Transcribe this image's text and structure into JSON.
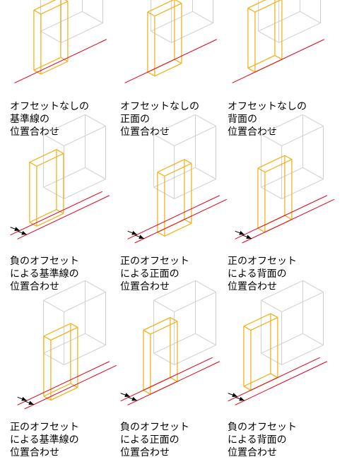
{
  "colors": {
    "wall_outline": "#F2B21E",
    "baseline": "#E4001B",
    "ghost": "#CFCFCF",
    "arrow": "#000000"
  },
  "cells": [
    {
      "id": "no-offset-baseline",
      "offset": "none",
      "reference": "baseline",
      "caption": [
        "オフセットなしの",
        "基準線の",
        "位置合わせ"
      ]
    },
    {
      "id": "no-offset-front",
      "offset": "none",
      "reference": "front",
      "caption": [
        "オフセットなしの",
        "正面の",
        "位置合わせ"
      ]
    },
    {
      "id": "no-offset-back",
      "offset": "none",
      "reference": "back",
      "caption": [
        "オフセットなしの",
        "背面の",
        "位置合わせ"
      ]
    },
    {
      "id": "negative-offset-baseline",
      "offset": "negative",
      "reference": "baseline",
      "caption": [
        "負のオフセット",
        "による基準線の",
        "位置合わせ"
      ]
    },
    {
      "id": "positive-offset-front",
      "offset": "positive",
      "reference": "front",
      "caption": [
        "正のオフセット",
        "による正面の",
        "位置合わせ"
      ]
    },
    {
      "id": "positive-offset-back",
      "offset": "positive",
      "reference": "back",
      "caption": [
        "正のオフセット",
        "による背面の",
        "位置合わせ"
      ]
    },
    {
      "id": "positive-offset-baseline",
      "offset": "positive",
      "reference": "baseline",
      "caption": [
        "正のオフセット",
        "による基準線の",
        "位置合わせ"
      ]
    },
    {
      "id": "negative-offset-front",
      "offset": "negative",
      "reference": "front",
      "caption": [
        "負のオフセット",
        "による正面の",
        "位置合わせ"
      ]
    },
    {
      "id": "negative-offset-back",
      "offset": "negative",
      "reference": "back",
      "caption": [
        "負のオフセット",
        "による背面の",
        "位置合わせ"
      ]
    }
  ]
}
